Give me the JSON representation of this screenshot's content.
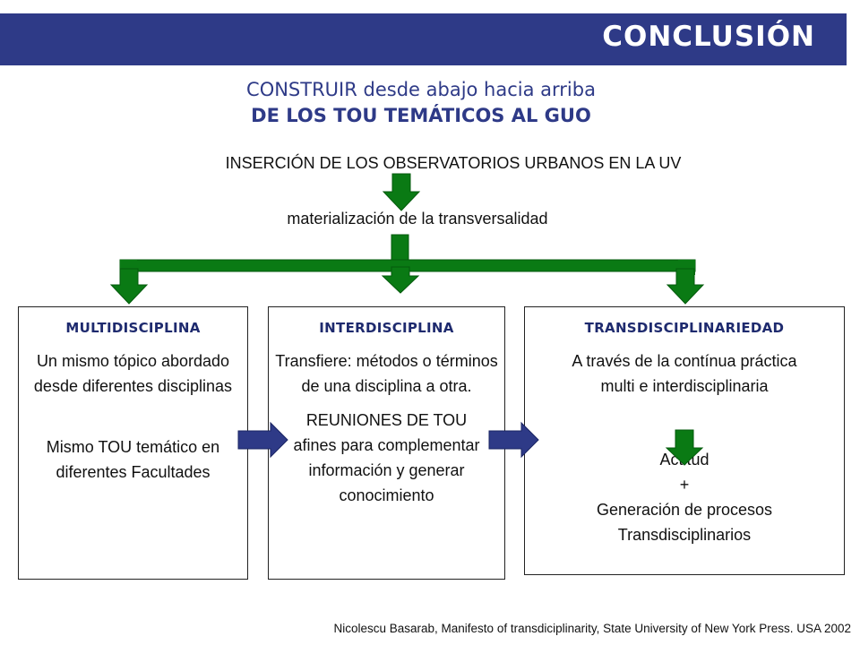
{
  "header": {
    "title": "CONCLUSIÓN"
  },
  "subtitle": {
    "line1": "CONSTRUIR desde abajo hacia arriba",
    "line2": "DE LOS TOU TEMÁTICOS  AL GUO"
  },
  "flow": {
    "insertion": "INSERCIÓN DE LOS OBSERVATORIOS URBANOS EN LA UV",
    "materialization": "materialización de la transversalidad"
  },
  "boxes": [
    {
      "title": "MULTIDISCIPLINA",
      "text1": "Un mismo tópico abordado desde diferentes disciplinas",
      "text2": "Mismo TOU temático en diferentes Facultades"
    },
    {
      "title": "INTERDISCIPLINA",
      "text1": "Transfiere: métodos o términos de una disciplina a otra.",
      "text2": "REUNIONES DE TOU afines para complementar información y generar conocimiento"
    },
    {
      "title": "TRANSDISCIPLINARIEDAD",
      "text1": "A través de la contínua práctica multi e interdisciplinaria",
      "text2_line1": "Actitud",
      "text2_line2": "+",
      "text2_line3": "Generación de procesos Transdisciplinarios"
    }
  ],
  "citation": "Nicolescu Basarab,  Manifesto of transdiciplinarity, State University of New York Press. USA 2002",
  "colors": {
    "header_bg": "#2e3a87",
    "title_text": "#2e3a87",
    "arrow_green": "#0a7a14",
    "arrow_green_dark": "#045a0c",
    "arrow_blue": "#2e3a87"
  }
}
